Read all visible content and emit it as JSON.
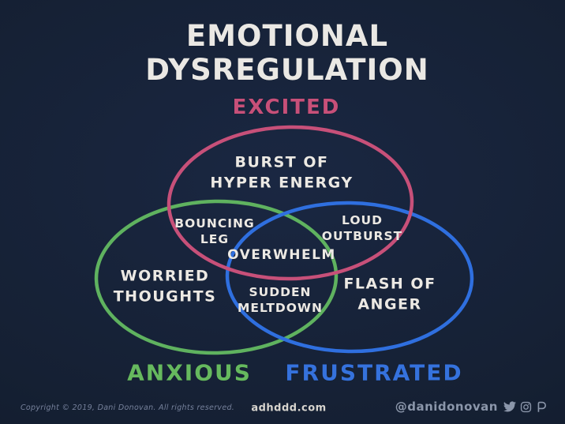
{
  "page": {
    "background": "#152033"
  },
  "title": "EMOTIONAL DYSREGULATION",
  "diagram": {
    "type": "venn",
    "sets": [
      {
        "id": "excited",
        "label": "EXCITED",
        "color": "#c75079"
      },
      {
        "id": "anxious",
        "label": "ANXIOUS",
        "color": "#5fb25f"
      },
      {
        "id": "frustrated",
        "label": "FRUSTRATED",
        "color": "#2f6fdf"
      }
    ],
    "regions": {
      "excited_only": "BURST OF\nHYPER ENERGY",
      "excited_anxious": "BOUNCING\nLEG",
      "excited_frustrated": "LOUD\nOUTBURST",
      "center_all": "OVERWHELM",
      "anxious_only": "WORRIED\nTHOUGHTS",
      "anxious_frustrated": "SUDDEN\nMELTDOWN",
      "frustrated_only": "FLASH OF\nANGER"
    }
  },
  "footer": {
    "copyright": "Copyright © 2019, Dani Donovan. All rights reserved.",
    "website": "adhddd.com",
    "social_handle": "@danidonovan",
    "social_icons": [
      "twitter-icon",
      "instagram-icon",
      "patreon-icon"
    ]
  }
}
